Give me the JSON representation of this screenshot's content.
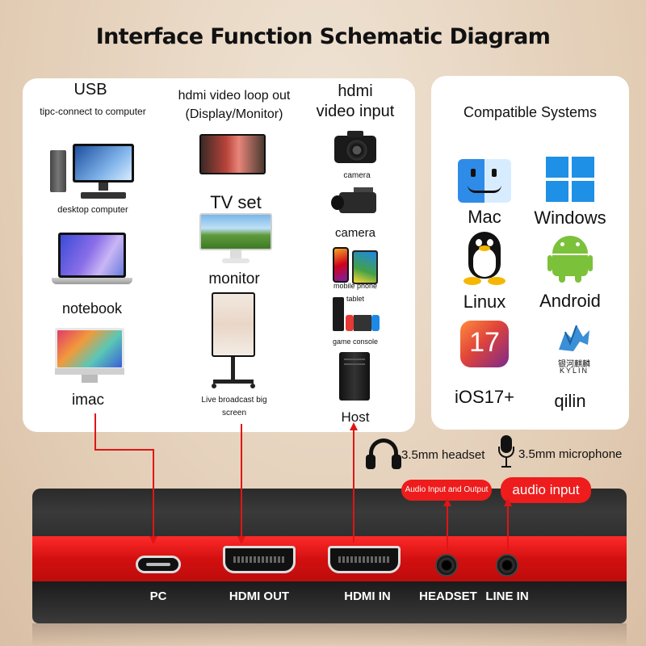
{
  "title": "Interface Function Schematic Diagram",
  "columns": {
    "usb": {
      "heading": "USB",
      "subheading": "tipc-connect to computer",
      "items": [
        "desktop computer",
        "notebook",
        "imac"
      ]
    },
    "hdmi_out": {
      "heading_line1": "hdmi video loop out",
      "heading_line2": "(Display/Monitor)",
      "items": [
        "TV set",
        "monitor",
        "Live broadcast big",
        "screen"
      ]
    },
    "hdmi_in": {
      "heading_line1": "hdmi",
      "heading_line2": "video input",
      "items": [
        "camera",
        "camera",
        "mobile phone",
        "tablet",
        "game console",
        "Host"
      ]
    }
  },
  "compatible": {
    "heading": "Compatible Systems",
    "systems": [
      "Mac",
      "Windows",
      "Linux",
      "Android",
      "iOS17+",
      "qilin"
    ],
    "ios_badge": "17",
    "kylin_cn": "银河麒麟",
    "kylin_en": "KYLIN"
  },
  "audio": {
    "headset_label": "3.5mm headset",
    "microphone_label": "3.5mm microphone",
    "audio_io_label": "Audio Input and Output",
    "audio_input_label": "audio input"
  },
  "ports": [
    "PC",
    "HDMI OUT",
    "HDMI IN",
    "HEADSET",
    "LINE IN"
  ],
  "colors": {
    "accent_red": "#ee1c1c",
    "device_dark": "#2b2b2b",
    "background": "#e8d8c4"
  }
}
